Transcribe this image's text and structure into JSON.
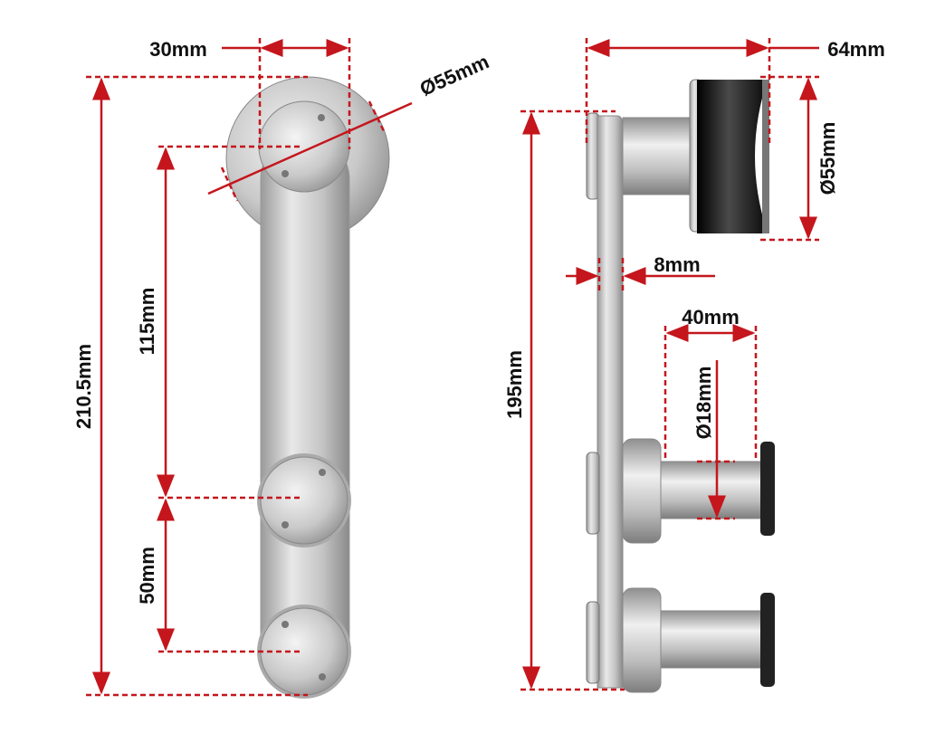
{
  "colors": {
    "dimension": "#c4161c",
    "text": "#111111",
    "metal": "#c8c8c8",
    "wheel": "#1a1a1a"
  },
  "front_view": {
    "width_label": "30mm",
    "wheel_diameter_label": "Ø55mm",
    "total_height_label": "210.5mm",
    "upper_spacing_label": "115mm",
    "lower_spacing_label": "50mm"
  },
  "side_view": {
    "depth_label": "64mm",
    "wheel_diameter_label": "Ø55mm",
    "plate_thickness_label": "8mm",
    "spacer_length_label": "40mm",
    "spacer_diameter_label": "Ø18mm",
    "height_label": "195mm"
  }
}
